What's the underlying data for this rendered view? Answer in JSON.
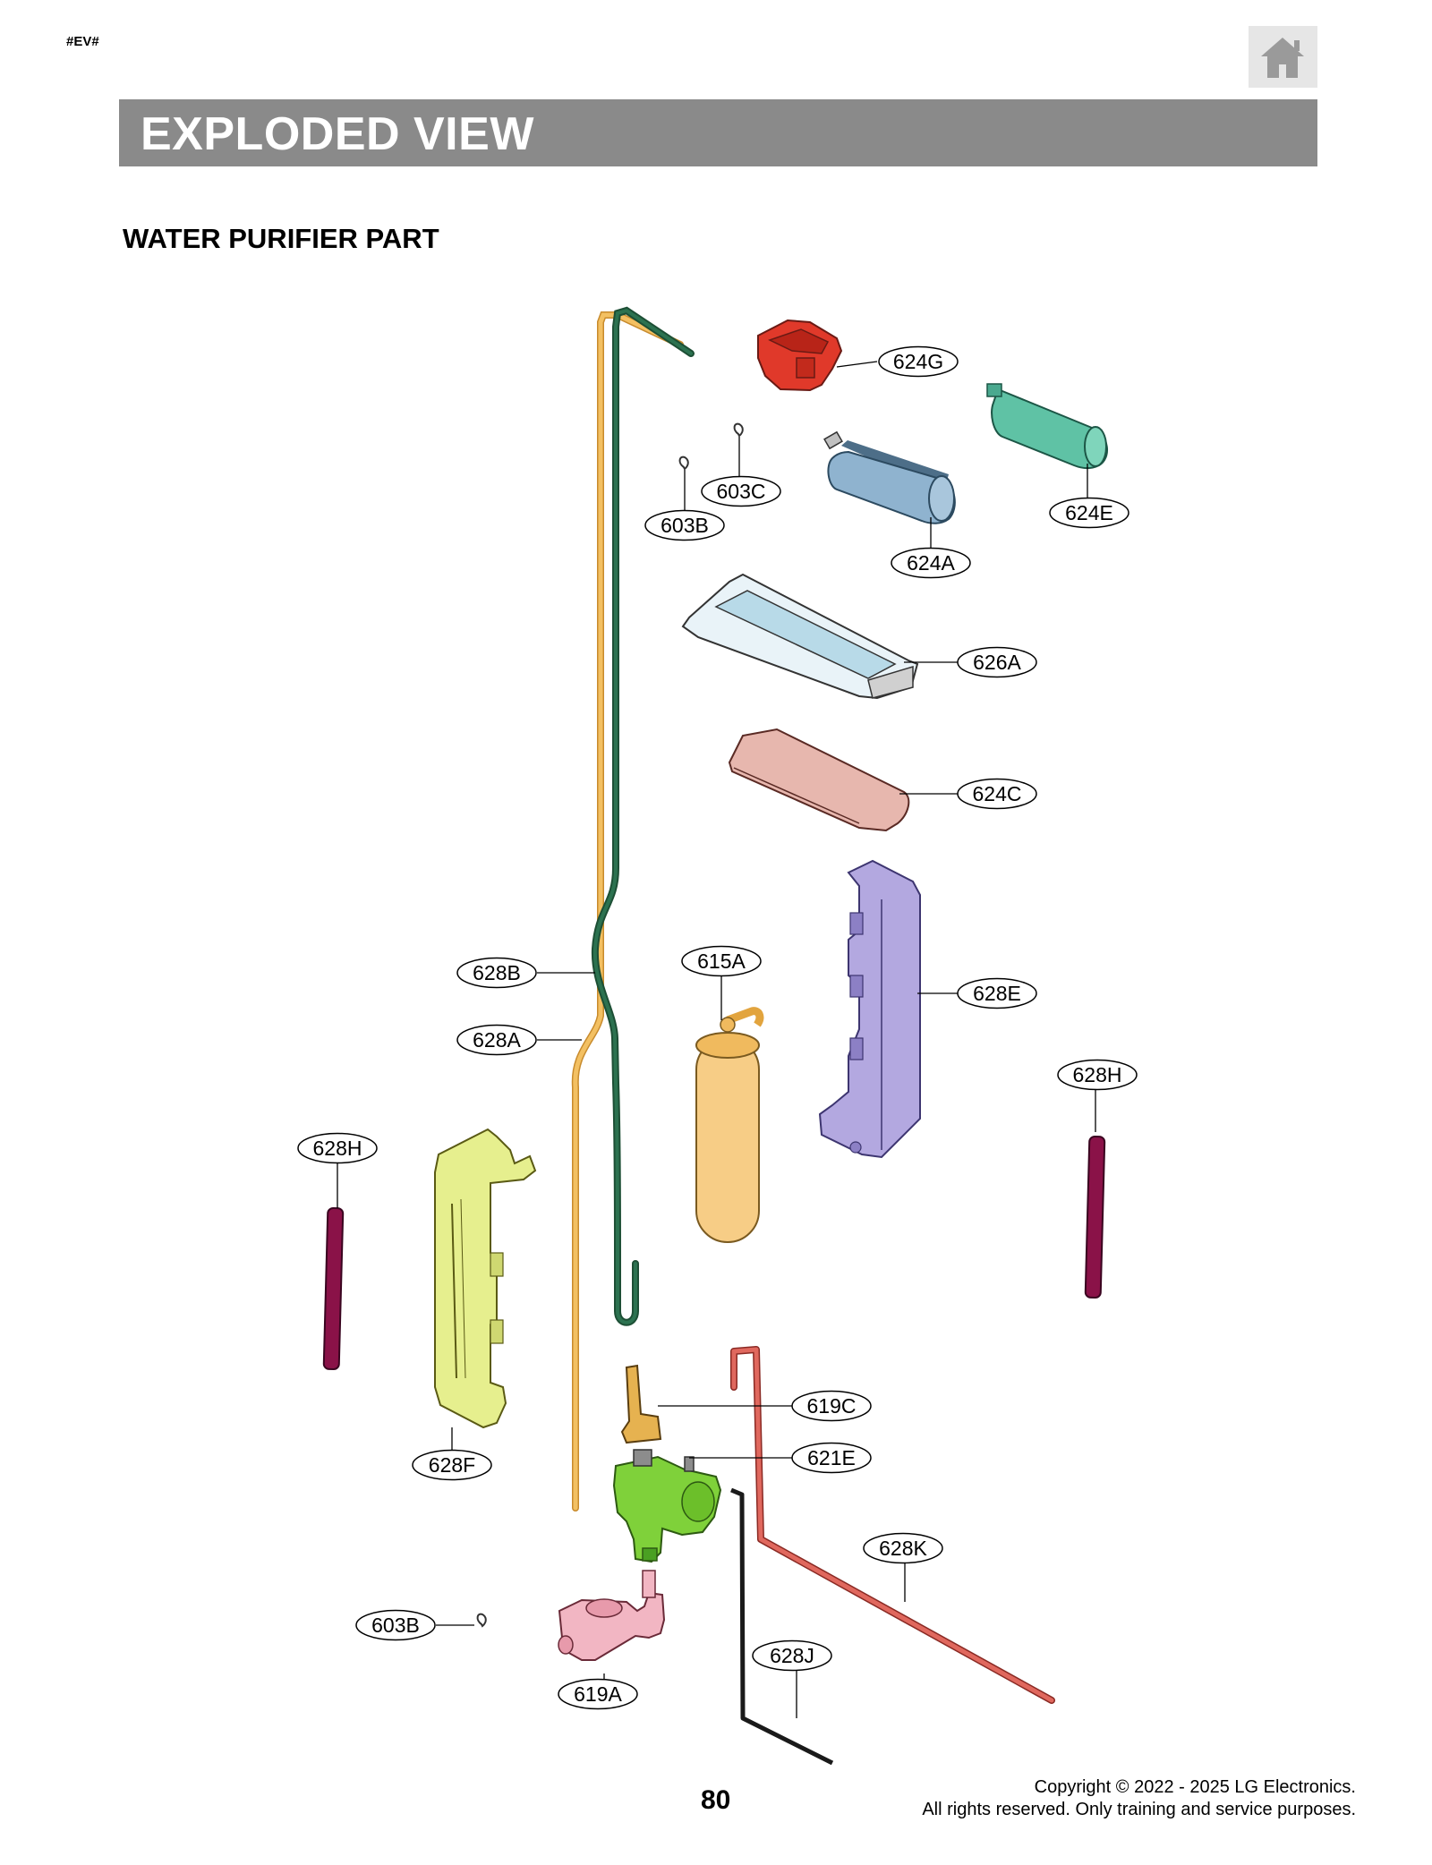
{
  "header": {
    "marker": "#EV#",
    "home_icon": "home-icon",
    "title": "EXPLODED VIEW",
    "subtitle": "WATER PURIFIER PART"
  },
  "callouts": {
    "c624G": "624G",
    "c603C": "603C",
    "c603B_top": "603B",
    "c624A": "624A",
    "c624E": "624E",
    "c626A": "626A",
    "c624C": "624C",
    "c628B": "628B",
    "c615A": "615A",
    "c628E": "628E",
    "c628A": "628A",
    "c628H_right": "628H",
    "c628H_left": "628H",
    "c628F": "628F",
    "c619C": "619C",
    "c621E": "621E",
    "c628K": "628K",
    "c603B_bottom": "603B",
    "c628J": "628J",
    "c619A": "619A"
  },
  "footer": {
    "page_number": "80",
    "copyright_line1": "Copyright © 2022 - 2025 LG Electronics.",
    "copyright_line2": "All rights reserved. Only training and service purposes."
  },
  "colors": {
    "title_bar": "#8a8a8a",
    "tube_yellow": "#f0b85a",
    "tube_green": "#1f5f3f",
    "tube_red": "#d8605a",
    "rod_purple": "#8a1248",
    "bracket_purple": "#b3a8e0",
    "bracket_yellow": "#e6ef8e",
    "cover_pink": "#e7b7ae",
    "filter_orange": "#f7cd86",
    "valve_green": "#7fd13a",
    "valve_pink": "#f2b6c3"
  }
}
